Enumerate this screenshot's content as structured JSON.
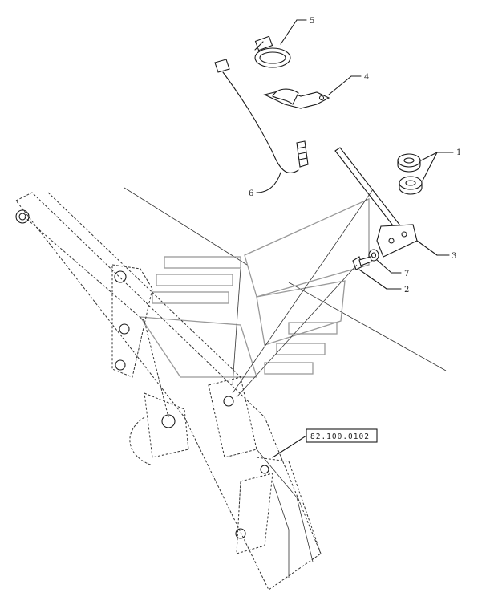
{
  "callouts": {
    "c1": "1",
    "c2": "2",
    "c3": "3",
    "c4": "4",
    "c5": "5",
    "c6": "6",
    "c7": "7"
  },
  "reference_box": "82.100.0102"
}
